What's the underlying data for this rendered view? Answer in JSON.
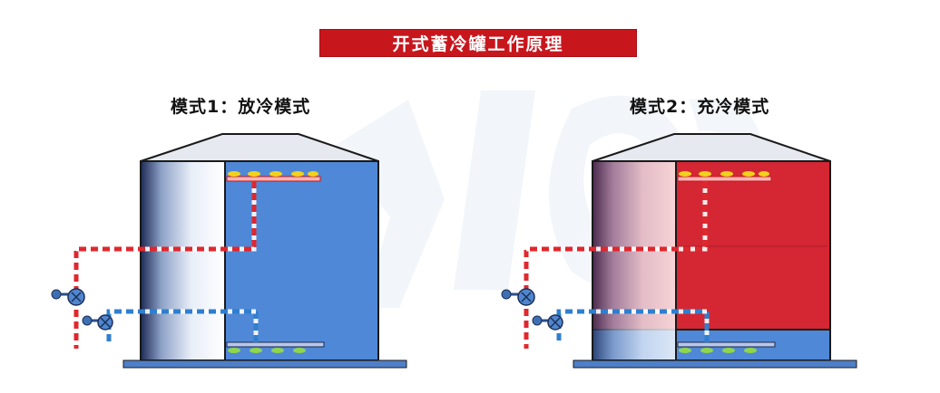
{
  "title": "开式蓄冷罐工作原理",
  "modes": [
    {
      "label": "模式1：放冷模式",
      "fill_color": "#4f88d6"
    },
    {
      "label": "模式2：充冷模式",
      "fill_color": "#d42733"
    }
  ],
  "colors": {
    "title_bg": "#c8161d",
    "cold_water": "#4f88d6",
    "warm_water": "#d42733",
    "warm_pipe": "#e0272e",
    "cold_pipe": "#2f7fd0",
    "base": "#4f7fc8",
    "diffuser_nozzle": "#f2d21b",
    "diffuser_nozzle_low": "#8fd64a"
  },
  "icons": [
    "valve-icon",
    "butterfly-valve-icon"
  ]
}
